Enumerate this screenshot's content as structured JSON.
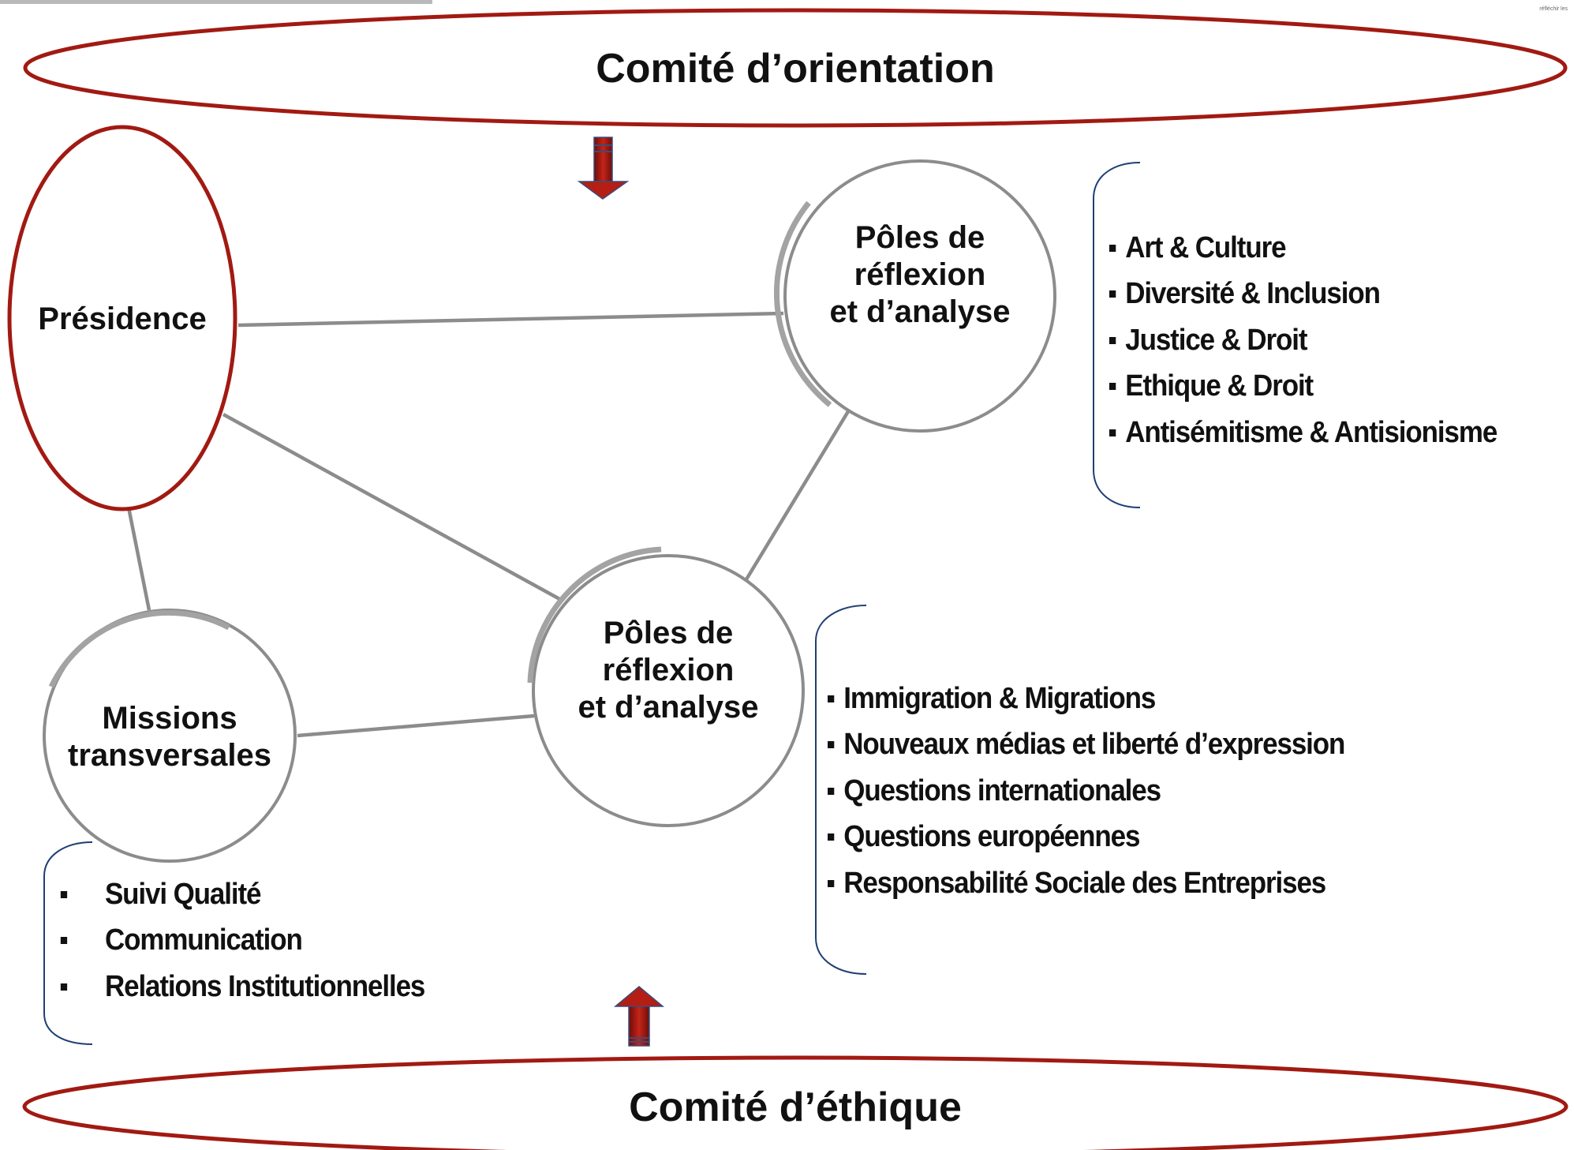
{
  "diagram": {
    "committees": {
      "top": "Comité d’orientation",
      "bottom": "Comité d’éthique"
    },
    "nodes": {
      "presidence": "Présidence",
      "poles_upper": [
        "Pôles de",
        "réflexion",
        "et d’analyse"
      ],
      "poles_lower": [
        "Pôles de",
        "réflexion",
        "et d’analyse"
      ],
      "missions": [
        "Missions",
        "transversales"
      ]
    },
    "lists": {
      "poles_upper": [
        "Art & Culture",
        "Diversité & Inclusion",
        "Justice & Droit",
        "Ethique & Droit",
        "Antisémitisme & Antisionisme"
      ],
      "poles_lower": [
        "Immigration & Migrations",
        "Nouveaux médias et liberté d’expression",
        "Questions internationales",
        "Questions européennes",
        "Responsabilité Sociale des Entreprises"
      ],
      "missions": [
        "Suivi Qualité",
        "Communication",
        "Relations Institutionnelles"
      ]
    },
    "logo_text": "réfléchir les",
    "colors": {
      "accent_red": "#a11a12",
      "line_gray": "#8c8c8c",
      "bracket_blue": "#1f3f73",
      "text": "#111111"
    }
  }
}
